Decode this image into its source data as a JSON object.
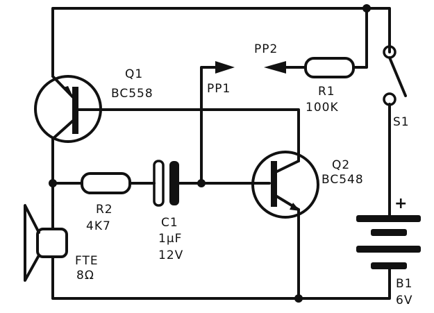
{
  "components": {
    "q1": {
      "ref": "Q1",
      "part": "BC558"
    },
    "q2": {
      "ref": "Q2",
      "part": "BC548"
    },
    "r1": {
      "ref": "R1",
      "value": "100K"
    },
    "r2": {
      "ref": "R2",
      "value": "4K7"
    },
    "c1": {
      "ref": "C1",
      "value": "1µF",
      "voltage": "12V"
    },
    "speaker": {
      "ref": "FTE",
      "value": "8Ω"
    },
    "battery": {
      "ref": "B1",
      "value": "6V",
      "polarity": "+"
    },
    "switch": {
      "ref": "S1"
    }
  },
  "probes": {
    "pp1": "PP1",
    "pp2": "PP2"
  }
}
